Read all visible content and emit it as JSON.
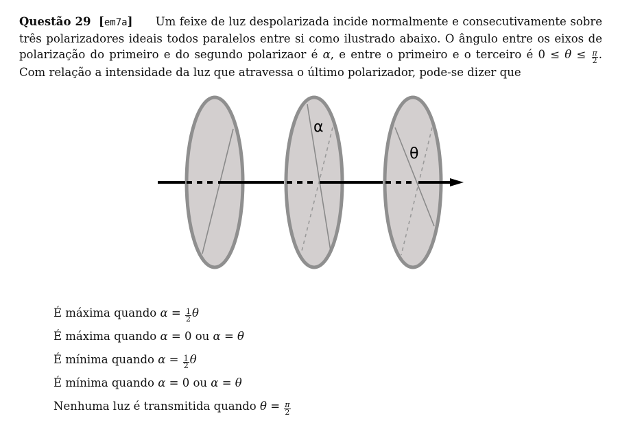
{
  "question": {
    "heading": "Questão 29",
    "code_open": "[",
    "code": "em7a",
    "code_close": "]",
    "text_part1": "Um feixe de luz despolarizada incide normalmente e consecutivamente sobre três polarizadores ideais todos paralelos entre si como ilustrado abaixo. O ângulo entre os eixos de polarização do primeiro e do segundo polarizaor é",
    "alpha": "α",
    "text_part2": ", e entre o primeiro e o terceiro é",
    "zero": "0",
    "leq": "≤",
    "theta": "θ",
    "pi": "π",
    "two": "2",
    "text_part3": ". Com relação a intensidade da luz que atravessa o último polarizador, pode-se dizer que"
  },
  "figure": {
    "label_alpha": "α",
    "label_theta": "θ",
    "colors": {
      "disk_fill": "#d3cfcf",
      "disk_stroke": "#8f8f8f",
      "beam": "#000000",
      "axis_line": "#8a8a8a"
    }
  },
  "options": [
    {
      "prefix": "É máxima quando",
      "lhs": "α",
      "eq": "=",
      "frac_num": "1",
      "frac_den": "2",
      "rhs": "θ"
    },
    {
      "prefix": "É máxima quando",
      "lhs": "α",
      "eq": "=",
      "val": "0",
      "or": "ou",
      "lhs2": "α",
      "eq2": "=",
      "rhs2": "θ"
    },
    {
      "prefix": "É mínima quando",
      "lhs": "α",
      "eq": "=",
      "frac_num": "1",
      "frac_den": "2",
      "rhs": "θ"
    },
    {
      "prefix": "É mínima quando",
      "lhs": "α",
      "eq": "=",
      "val": "0",
      "or": "ou",
      "lhs2": "α",
      "eq2": "=",
      "rhs2": "θ"
    },
    {
      "prefix": "Nenhuma luz é transmitida quando",
      "lhs": "θ",
      "eq": "=",
      "frac_num": "π",
      "frac_den": "2"
    }
  ]
}
